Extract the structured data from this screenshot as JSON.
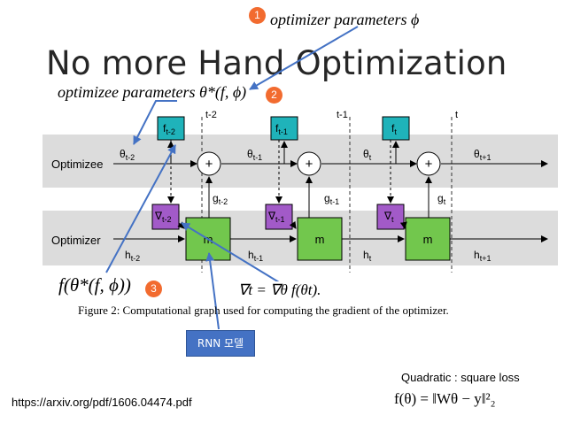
{
  "slide": {
    "title": "No more Hand Optimization",
    "optimizer_params_label": "optimizer parameters ϕ",
    "optimizee_params_label": "optimizee parameters θ*(f, ϕ)",
    "f_expr": "f(θ*(f, ϕ))",
    "grad_expr": "∇t = ∇θ f(θt).",
    "caption": "Figure 2: Computational graph used for computing the gradient of the optimizer.",
    "rnn_label": "RNN 모델",
    "quadratic_label": "Quadratic : square loss",
    "loss_formula": "f(θ) = ‖Wθ − y‖²₂",
    "url": "https://arxiv.org/pdf/1606.04474.pdf"
  },
  "badges": [
    "1",
    "2",
    "3"
  ],
  "diagram": {
    "rows": {
      "top": "Optimizee",
      "bottom": "Optimizer"
    },
    "time_labels": [
      "t-2",
      "t-1",
      "t"
    ],
    "f_boxes": [
      "f",
      "f",
      "f"
    ],
    "f_subs": [
      "t-2",
      "t-1",
      "t"
    ],
    "grad_boxes": [
      "∇",
      "∇",
      "∇"
    ],
    "grad_subs": [
      "t-2",
      "t-1",
      "t"
    ],
    "m_boxes": [
      "m",
      "m",
      "m"
    ],
    "plus": [
      "+",
      "+",
      "+"
    ],
    "theta_labels": [
      "θ",
      "θ",
      "θ",
      "θ"
    ],
    "theta_subs": [
      "t-2",
      "t-1",
      "t",
      "t+1"
    ],
    "g_labels": [
      "g",
      "g",
      "g"
    ],
    "g_subs": [
      "t-2",
      "t-1",
      "t"
    ],
    "h_labels": [
      "h",
      "h",
      "h",
      "h"
    ],
    "h_subs": [
      "t-2",
      "t-1",
      "t",
      "t+1"
    ]
  },
  "colors": {
    "band": "#dcdcdc",
    "f_box": "#1fb3ba",
    "grad_box": "#a25ac8",
    "m_box": "#72c74d",
    "arrow_blue": "#4472c4",
    "badge": "#f26b2f"
  }
}
